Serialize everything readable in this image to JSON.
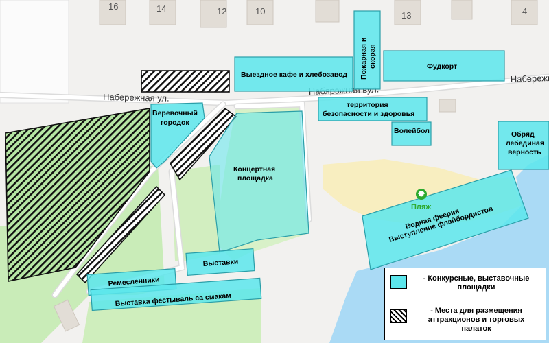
{
  "streets": {
    "left": "Набережная ул.",
    "middle": "Набярэжная вул.",
    "right": "Набережная"
  },
  "house_numbers": [
    "16",
    "14",
    "12",
    "10",
    "13",
    "4"
  ],
  "zones": {
    "catering": "Выездное кафе и хлебозавод",
    "fire_ambulance_line1": "Пожарная и",
    "fire_ambulance_line2": "скорая",
    "foodcourt": "Фудкорт",
    "rope_park_line1": "Веревочный",
    "rope_park_line2": "городок",
    "safety_line1": "территория",
    "safety_line2": "безопасности и здоровья",
    "volleyball": "Волейбол",
    "swan_line1": "Обряд",
    "swan_line2": "лебединая",
    "swan_line3": "верность",
    "concert_line1": "Концертная",
    "concert_line2": "площадка",
    "water_line1": "Водная феерия",
    "water_line2": "Выступление флайбордистов",
    "exhibitions": "Выставки",
    "crafts": "Ремесленники",
    "tasting": "Выставка фестываль са смакам"
  },
  "beach_label": "Пляж",
  "legend": {
    "competition_line1": "- Конкурсные, выставочные",
    "competition_line2": "площадки",
    "attractions_line1": "- Места для размещения",
    "attractions_line2": "аттракционов и торговых",
    "attractions_line3": "палаток"
  },
  "colors": {
    "zone": "#5ce6ec",
    "water": "#aadaf5",
    "beach": "#f8eec0",
    "park": "#c9ecb8",
    "beach_icon": "#2eaa2e"
  }
}
